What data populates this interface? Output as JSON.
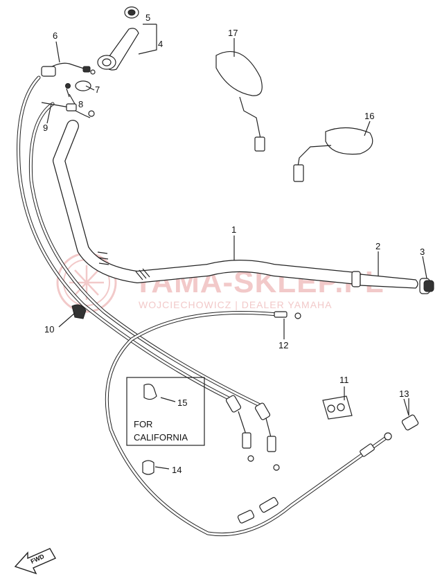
{
  "watermark": {
    "brand": "YAMA-SKLEP.PL",
    "dealer": "WOJCIECHOWICZ | DEALER YAMAHA"
  },
  "callouts": [
    {
      "id": "1",
      "label": "1"
    },
    {
      "id": "2",
      "label": "2"
    },
    {
      "id": "3",
      "label": "3"
    },
    {
      "id": "4",
      "label": "4"
    },
    {
      "id": "5",
      "label": "5"
    },
    {
      "id": "6",
      "label": "6"
    },
    {
      "id": "7",
      "label": "7"
    },
    {
      "id": "8",
      "label": "8"
    },
    {
      "id": "9",
      "label": "9"
    },
    {
      "id": "10",
      "label": "10"
    },
    {
      "id": "11",
      "label": "11"
    },
    {
      "id": "12",
      "label": "12"
    },
    {
      "id": "13",
      "label": "13"
    },
    {
      "id": "14",
      "label": "14"
    },
    {
      "id": "15",
      "label": "15"
    },
    {
      "id": "16",
      "label": "16"
    },
    {
      "id": "17",
      "label": "17"
    }
  ],
  "california_box": {
    "line1": "FOR",
    "line2": "CALIFORNIA"
  },
  "fwd_label": "FWD"
}
